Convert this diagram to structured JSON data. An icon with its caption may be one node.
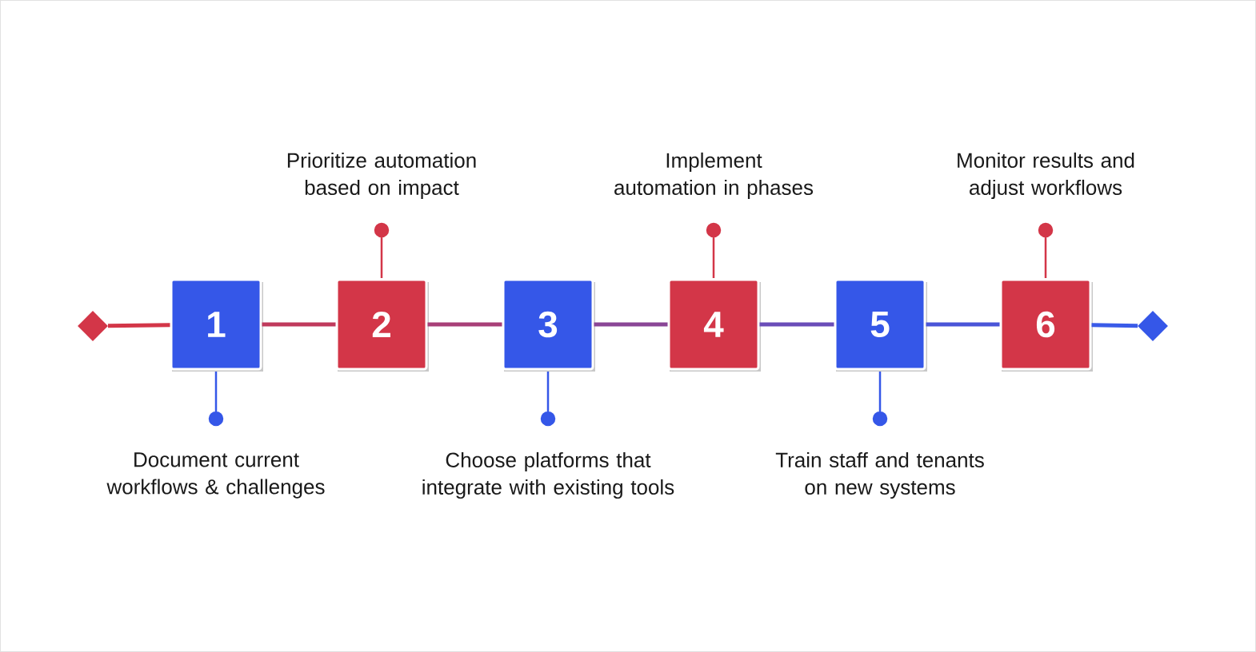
{
  "diagram": {
    "nodes": [
      {
        "text": [],
        "shape": "diamond"
      },
      {
        "text": [
          "1"
        ],
        "beside": [
          "Document current workflows & challenges"
        ]
      },
      {
        "text": [
          "2"
        ],
        "beside": [
          "Prioritize automation based on impact"
        ]
      },
      {
        "text": [
          "3"
        ],
        "beside": [
          "Choose platforms that integrate with existing tools"
        ]
      },
      {
        "text": [
          "4"
        ],
        "beside": [
          "Implement automation in phases"
        ]
      },
      {
        "text": [
          "5"
        ],
        "beside": [
          "Train staff and tenants on new systems"
        ]
      },
      {
        "text": [
          "6"
        ],
        "beside": [
          "Monitor results and adjust workflows"
        ]
      },
      {
        "text": [],
        "shape": "diamond"
      }
    ],
    "edges": [
      {
        "from": 0,
        "to": 1,
        "arrow": "none",
        "color": "#d33648"
      },
      {
        "from": 1,
        "to": 2,
        "arrow": "none",
        "color": "#c03a5c"
      },
      {
        "from": 2,
        "to": 3,
        "arrow": "none",
        "color": "#a83f78"
      },
      {
        "from": 3,
        "to": 4,
        "arrow": "none",
        "color": "#8a4696"
      },
      {
        "from": 4,
        "to": 5,
        "arrow": "none",
        "color": "#6a4db8"
      },
      {
        "from": 5,
        "to": 6,
        "arrow": "none",
        "color": "#4a55d8"
      },
      {
        "from": 6,
        "to": 7,
        "arrow": "none",
        "color": "#3a5be8"
      }
    ]
  }
}
